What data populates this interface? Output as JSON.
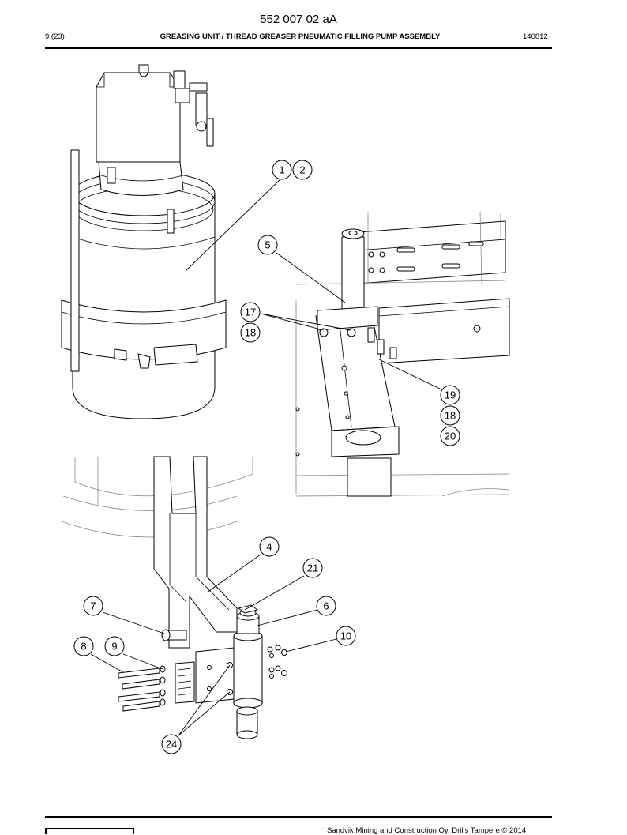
{
  "header": {
    "doc_number": "552 007 02 aA",
    "page": "9 (23)",
    "title": "GREASING UNIT / THREAD GREASER PNEUMATIC FILLING PUMP ASSEMBLY",
    "date_code": "140812"
  },
  "callouts": {
    "c1": "1",
    "c2": "2",
    "c5": "5",
    "c17": "17",
    "c18a": "18",
    "c19": "19",
    "c18b": "18",
    "c20": "20",
    "c4": "4",
    "c21": "21",
    "c7": "7",
    "c6": "6",
    "c10": "10",
    "c8": "8",
    "c9": "9",
    "c24": "24"
  },
  "footer": {
    "copyright": "Sandvik Mining and Construction Oy, Drills Tampere © 2014"
  },
  "logo": {
    "name": "sandvik-logo"
  }
}
